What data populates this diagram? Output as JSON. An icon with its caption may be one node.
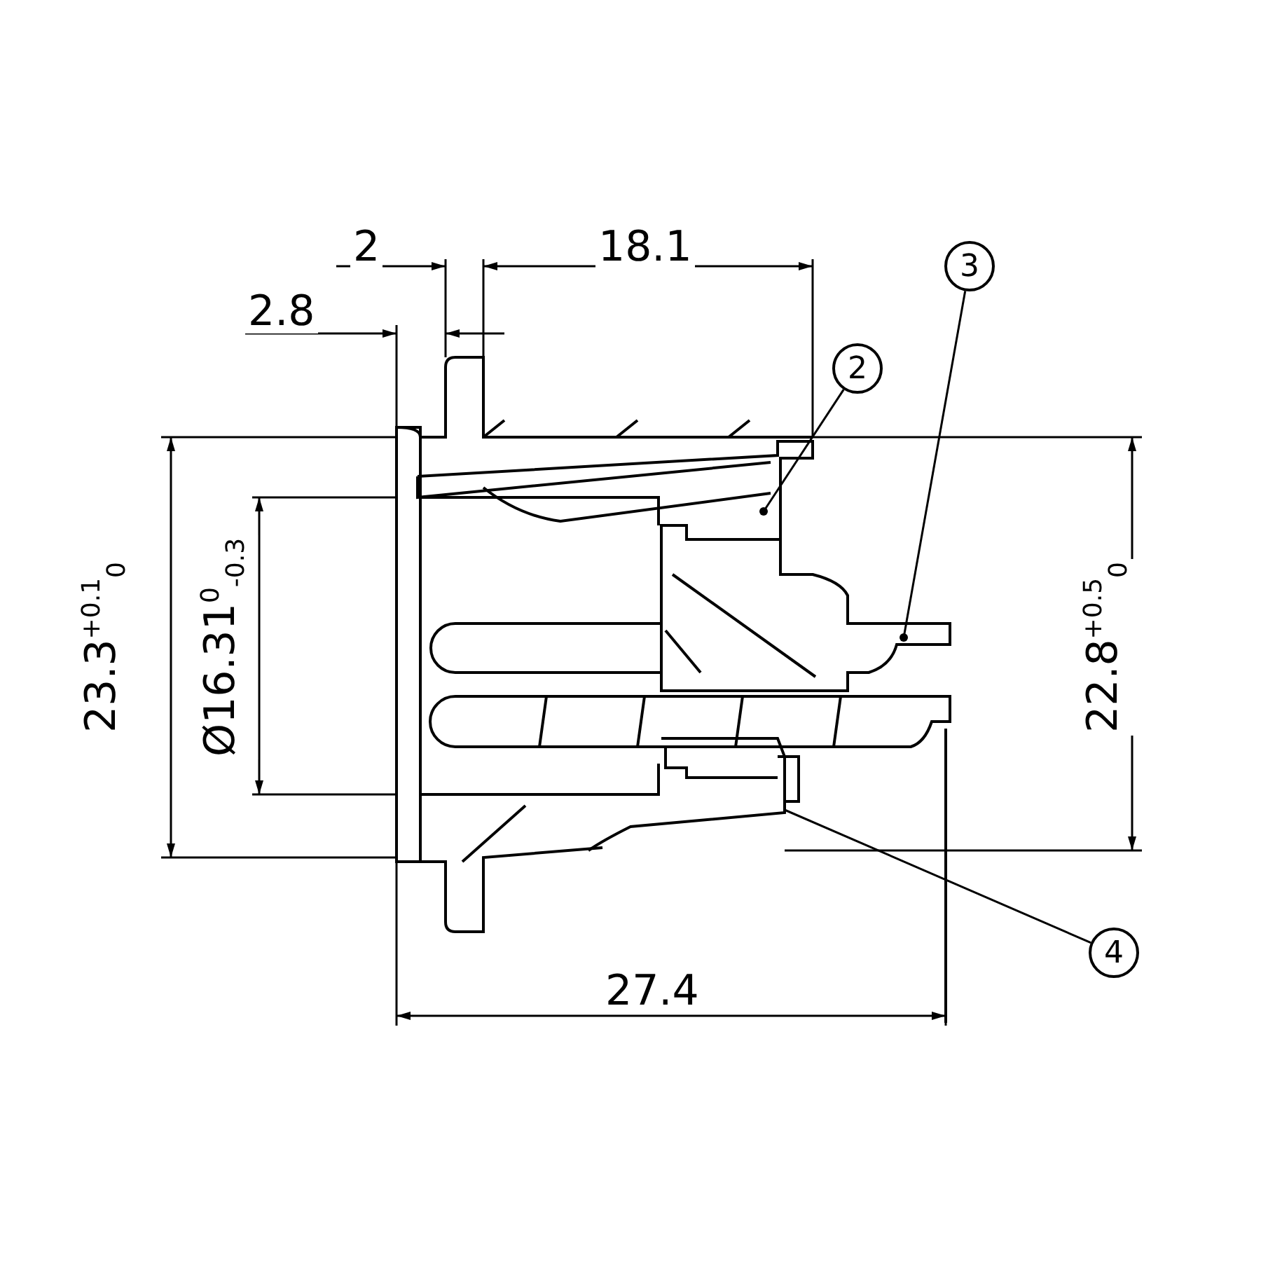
{
  "diagram": {
    "nodes": [
      {
        "text": [
          "2"
        ]
      },
      {
        "text": [
          "3"
        ]
      },
      {
        "text": [
          "4"
        ]
      }
    ],
    "edges": [
      {
        "from": 0,
        "to": null,
        "arrow": "other"
      },
      {
        "from": 1,
        "to": null,
        "arrow": "other"
      },
      {
        "from": 2,
        "to": null,
        "arrow": "none"
      }
    ],
    "labels": [
      "2",
      "18.1",
      "2.8",
      "23.3$^{+0.1}$$_{0}$",
      "Ø16.31$^{0}$$_{-0.3}$",
      "22.8$^{+0.5}$$_{0}$",
      "27.4"
    ]
  }
}
